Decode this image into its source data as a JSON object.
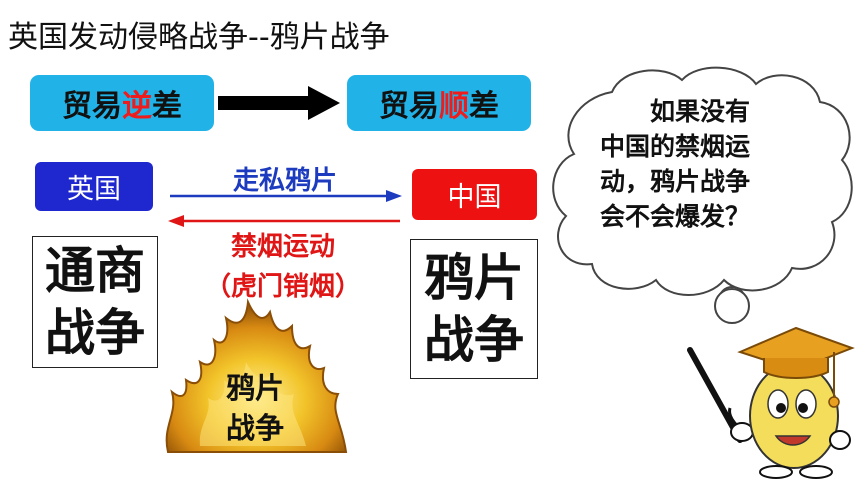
{
  "slide": {
    "title": "英国发动侵略战争--鸦片战争",
    "trade": {
      "left": {
        "prefix": "贸易",
        "highlight": "逆",
        "suffix": "差"
      },
      "right": {
        "prefix": "贸易",
        "highlight": "顺",
        "suffix": "差"
      }
    },
    "britain_label": "英国",
    "china_label": "中国",
    "smuggling_label": "走私鸦片",
    "ban_label": "禁烟运动",
    "humen_label": "（虎门销烟）",
    "left_box": {
      "line1": "通商",
      "line2": "战争"
    },
    "right_box": {
      "line1": "鸦片",
      "line2": "战争"
    },
    "fire": {
      "line1": "鸦片",
      "line2": "战争"
    },
    "bubble": {
      "line1": "如果没有",
      "line2": "中国的禁烟运",
      "line3": "动，鸦片战争",
      "line4": "会不会爆发？"
    }
  },
  "colors": {
    "pill_bg": "#21b3e8",
    "highlight": "#ee1c1c",
    "britain_bg": "#1f28cf",
    "china_bg": "#ee1111",
    "smuggling": "#1d3bbf",
    "ban": "#e01616"
  },
  "icons": [
    "arrow-right-icon",
    "thought-bubble-icon",
    "fire-icon",
    "professor-cartoon-icon"
  ]
}
